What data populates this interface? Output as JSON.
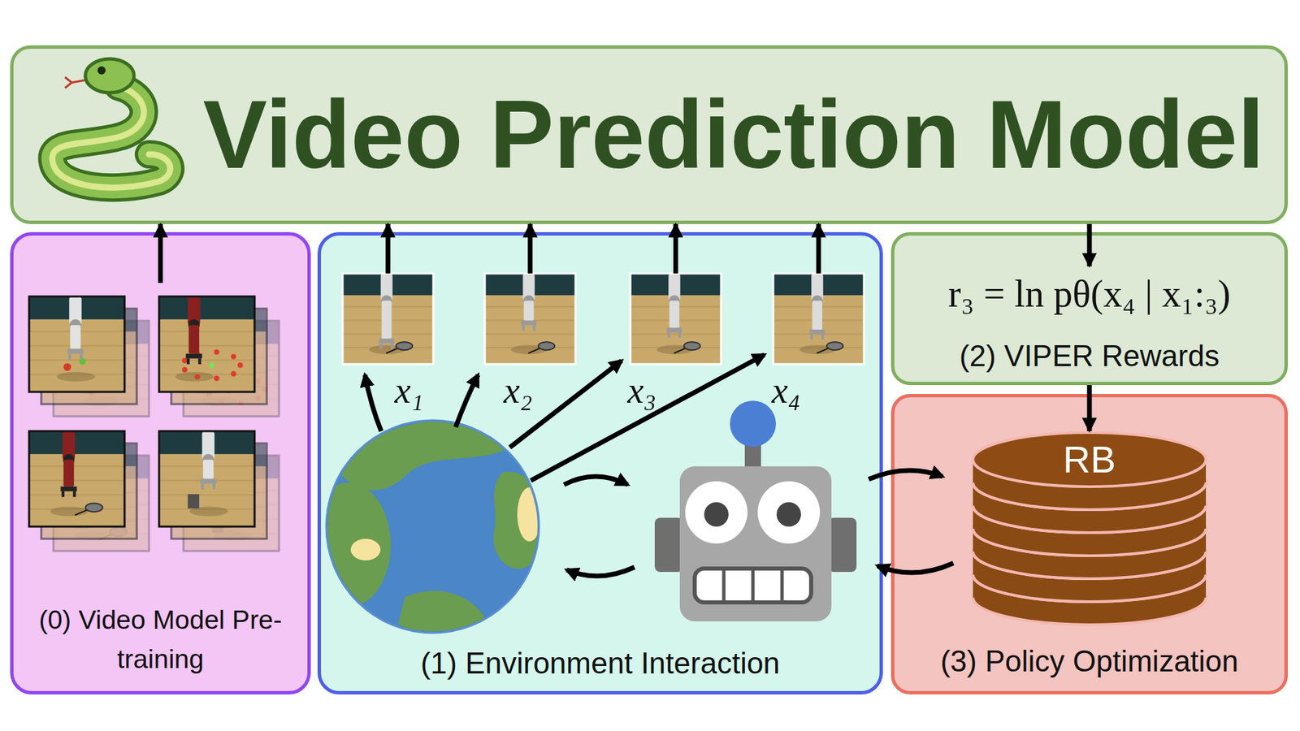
{
  "diagram": {
    "nodes": [
      {
        "text": [
          "Video Prediction Model"
        ]
      },
      {
        "text": [
          "(0) Video Model Pre-training"
        ]
      },
      {
        "text": [
          "(1) Environment Interaction"
        ]
      },
      {
        "text": [
          "x₁"
        ],
        "in": 2
      },
      {
        "text": [
          "x₂"
        ],
        "in": 2
      },
      {
        "text": [
          "x₃"
        ],
        "in": 2
      },
      {
        "text": [
          "x₄"
        ],
        "in": 2
      },
      {
        "text": [
          "r₃ = ln pθ(x₄ | x₁:₃)",
          "(2) VIPER Rewards"
        ]
      },
      {
        "text": [
          "(3) Policy Optimization"
        ]
      },
      {
        "text": [
          "RB"
        ],
        "in": 8
      }
    ],
    "edges": [
      {
        "from": 1,
        "to": 0,
        "arrow": "to"
      },
      {
        "from": 3,
        "to": 0,
        "arrow": "to"
      },
      {
        "from": 4,
        "to": 0,
        "arrow": "to"
      },
      {
        "from": 5,
        "to": 0,
        "arrow": "to"
      },
      {
        "from": 6,
        "to": 0,
        "arrow": "to"
      },
      {
        "from": 0,
        "to": 7,
        "arrow": "to"
      },
      {
        "from": 7,
        "to": 9,
        "arrow": "to"
      }
    ]
  }
}
